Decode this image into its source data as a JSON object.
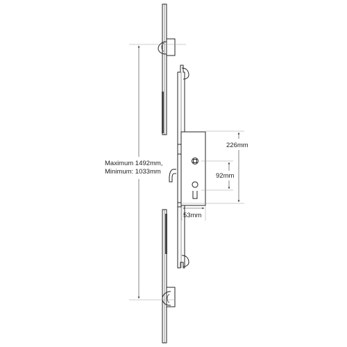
{
  "diagram": {
    "labels": {
      "overall_max": "Maximum 1492mm,",
      "overall_min": "Minimum: 1033mm",
      "backset_spacing": "226mm",
      "centres": "92mm",
      "backset": "53mm"
    },
    "colors": {
      "line": "#222222",
      "dimension": "#333333",
      "extension": "#999999",
      "fill": "#ffffff"
    }
  }
}
